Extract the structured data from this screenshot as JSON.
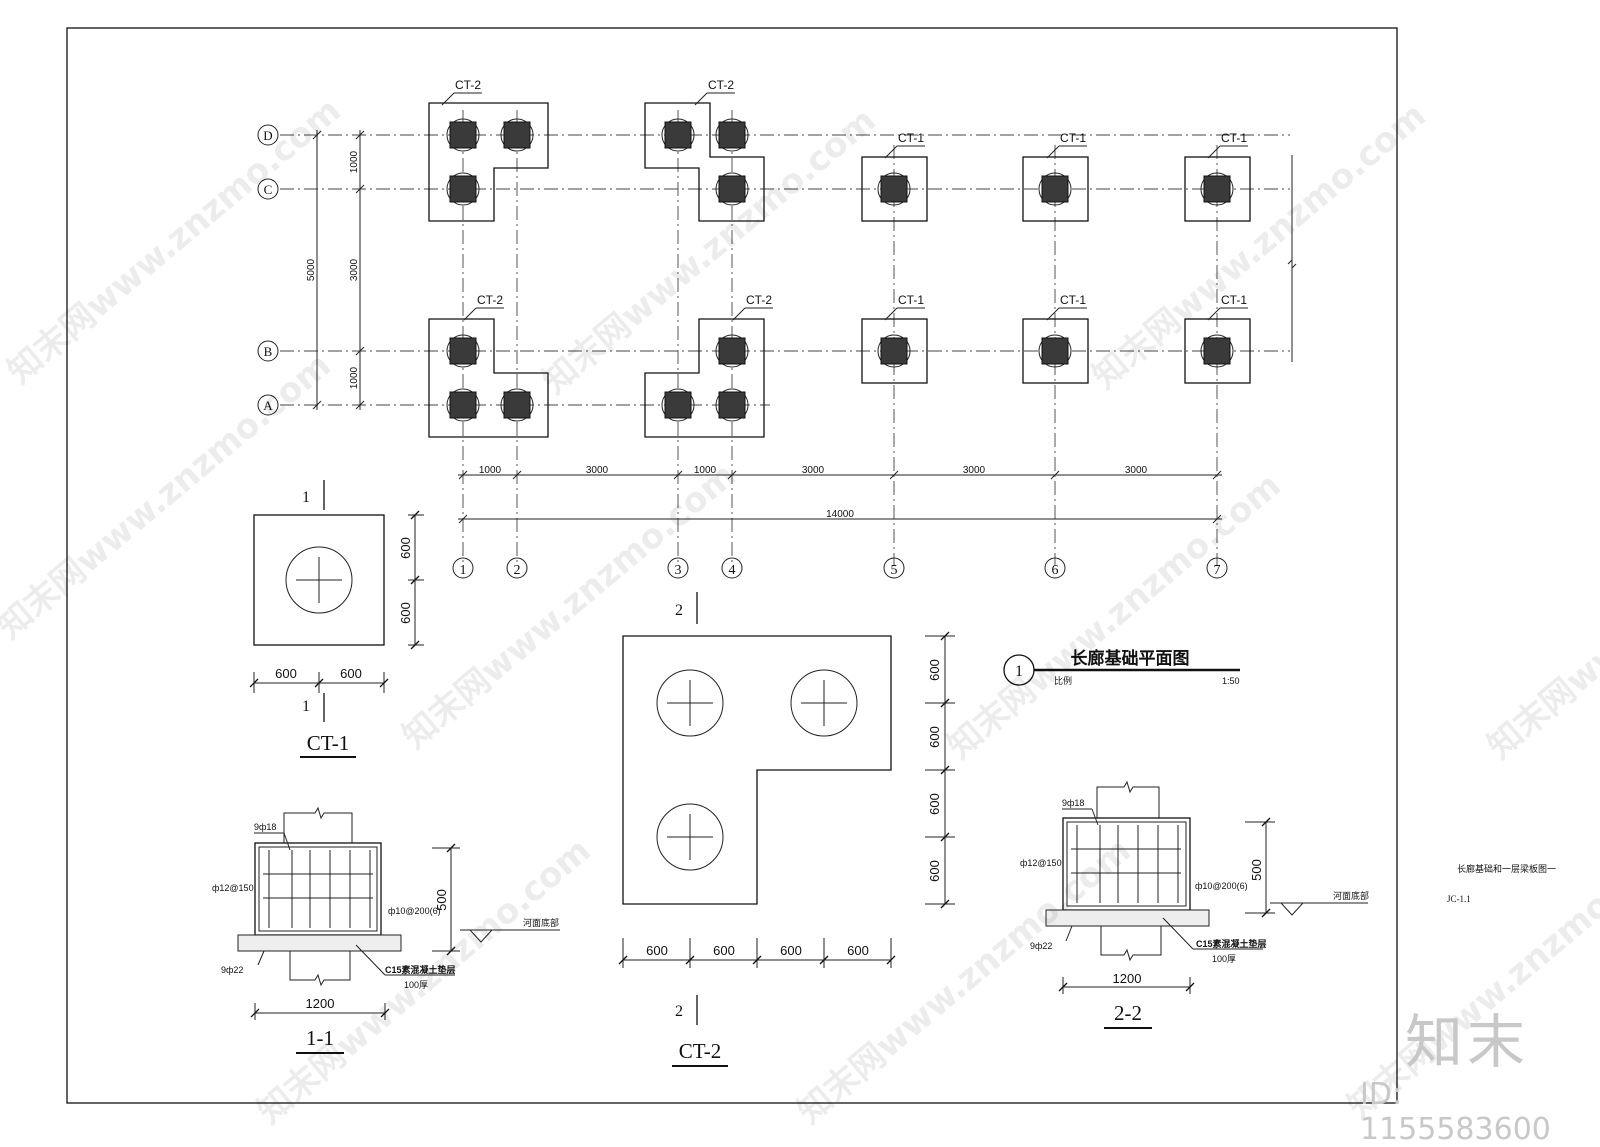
{
  "plan": {
    "title": "长廊基础平面图",
    "index": "1",
    "scale_label": "比例",
    "scale": "1:50",
    "grid_rows": [
      "D",
      "C",
      "B",
      "A"
    ],
    "grid_cols": [
      "1",
      "2",
      "3",
      "4",
      "5",
      "6",
      "7"
    ],
    "footings": {
      "ct1": "CT-1",
      "ct2": "CT-2"
    },
    "dims_left": {
      "outer": "5000",
      "top": "1000",
      "mid": "3000",
      "bottom": "1000"
    },
    "dims_bottom": [
      "1000",
      "3000",
      "1000",
      "3000",
      "3000",
      "3000"
    ],
    "dim_total": "14000"
  },
  "ct1": {
    "title": "CT-1",
    "cut_label": "1",
    "dims_h": [
      "600",
      "600"
    ],
    "dims_v": [
      "600",
      "600"
    ]
  },
  "ct2": {
    "title": "CT-2",
    "cut_label": "2",
    "dims_h": [
      "600",
      "600",
      "600",
      "600"
    ],
    "dims_v": [
      "600",
      "600",
      "600",
      "600"
    ]
  },
  "sec1": {
    "title": "1-1",
    "rebar_top": "9ф18",
    "rebar_side": "ф12@150",
    "stirrup": "ф10@200(6)",
    "rebar_bottom": "9ф22",
    "cushion": "C15素混凝土垫层",
    "cushion_thk": "100厚",
    "height": "500",
    "width": "1200",
    "riverbed": "河面底部"
  },
  "sec2": {
    "title": "2-2",
    "rebar_top": "9ф18",
    "rebar_side": "ф12@150",
    "stirrup": "ф10@200(6)",
    "rebar_bottom": "9ф22",
    "cushion": "C15素混凝土垫层",
    "cushion_thk": "100厚",
    "height": "500",
    "width": "1200",
    "riverbed": "河面底部"
  },
  "sheet": {
    "name": "长廊基础和一层梁板图一",
    "code": "JC-1.1"
  },
  "watermark": {
    "text": "知末网www.znzmo.com",
    "logo": "知末",
    "id": "ID: 1155583600"
  }
}
